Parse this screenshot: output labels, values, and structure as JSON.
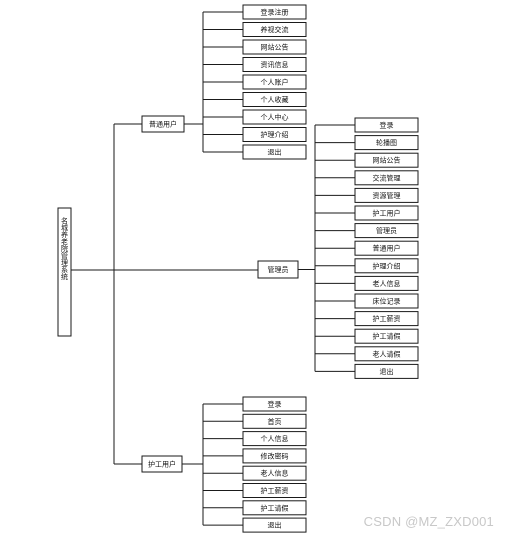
{
  "root": {
    "label": "名城养老院管理系统"
  },
  "groups": [
    {
      "label": "普通用户",
      "items": [
        "登录注册",
        "养视交流",
        "网站公告",
        "资讯信息",
        "个人账户",
        "个人收藏",
        "个人中心",
        "护理介绍",
        "退出"
      ]
    },
    {
      "label": "管理员",
      "items": [
        "登录",
        "轮播图",
        "网站公告",
        "交流管理",
        "资源管理",
        "护工用户",
        "管理员",
        "普通用户",
        "护理介绍",
        "老人信息",
        "床位记录",
        "护工薪资",
        "护工请假",
        "老人请假",
        "退出"
      ]
    },
    {
      "label": "护工用户",
      "items": [
        "登录",
        "首页",
        "个人信息",
        "修改密码",
        "老人信息",
        "护工薪资",
        "护工请假",
        "退出"
      ]
    }
  ],
  "watermark": "CSDN @MZ_ZXD001"
}
